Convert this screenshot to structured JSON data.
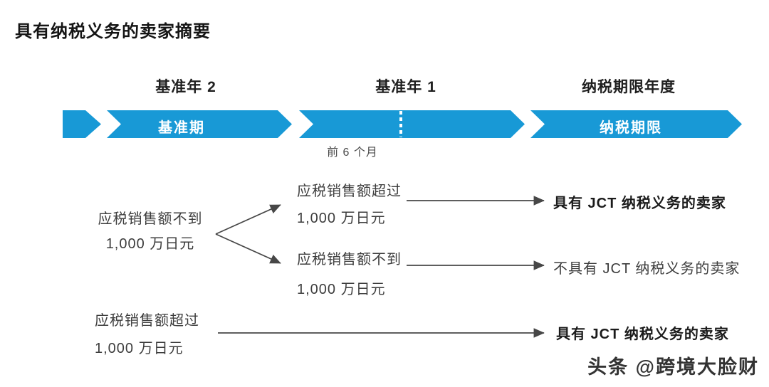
{
  "title": "具有纳税义务的卖家摘要",
  "colors": {
    "band_blue": "#1899d6",
    "text_dark": "#3d3d3d",
    "outcome_bold": "#1b1b1b",
    "arrow": "#474747"
  },
  "timeline": {
    "years": [
      {
        "label": "基准年 2"
      },
      {
        "label": "基准年 1"
      },
      {
        "label": "纳税期限年度"
      }
    ],
    "bands": [
      {
        "label": "基准期"
      },
      {
        "label": ""
      },
      {
        "label": "纳税期限"
      }
    ],
    "first_half_note": "前 6 个月"
  },
  "flow": {
    "conditions": [
      {
        "id": "base-year-2-under",
        "line1": "应税销售额不到",
        "line2": "1,000 万日元"
      },
      {
        "id": "base-year-1-over",
        "line1": "应税销售额超过",
        "line2": "1,000 万日元"
      },
      {
        "id": "base-year-1-under",
        "line1": "应税销售额不到",
        "line2": "1,000 万日元"
      },
      {
        "id": "base-year-2-over",
        "line1": "应税销售额超过",
        "line2": "1,000 万日元"
      }
    ],
    "outcomes": [
      {
        "label": "具有 JCT 纳税义务的卖家",
        "emphasis": "bold"
      },
      {
        "label": "不具有 JCT 纳税义务的卖家",
        "emphasis": "regular"
      },
      {
        "label": "具有 JCT 纳税义务的卖家",
        "emphasis": "bold"
      }
    ]
  },
  "watermark": "头条 @跨境大脸财"
}
